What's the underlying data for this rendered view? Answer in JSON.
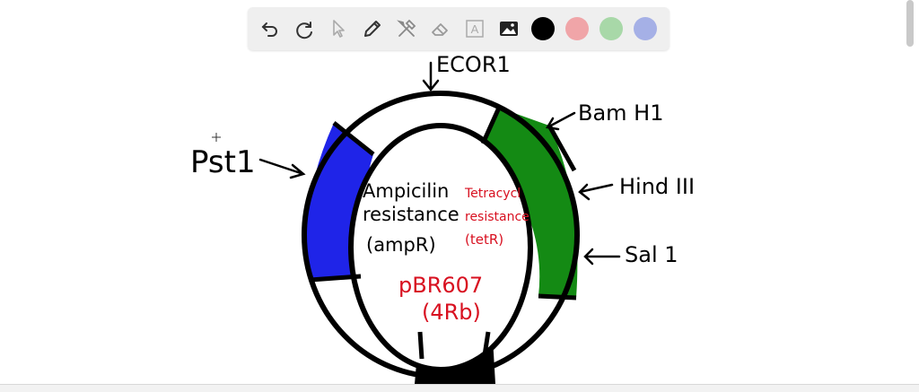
{
  "toolbar": {
    "tools": [
      {
        "name": "undo-icon"
      },
      {
        "name": "redo-icon"
      },
      {
        "name": "pointer-icon"
      },
      {
        "name": "pencil-icon"
      },
      {
        "name": "tools-icon"
      },
      {
        "name": "eraser-icon"
      },
      {
        "name": "text-icon",
        "glyph": "A"
      },
      {
        "name": "image-icon"
      }
    ],
    "colors": [
      "#000000",
      "#f0a5a8",
      "#a8d8a8",
      "#a5b0e6"
    ]
  },
  "drawing": {
    "labels": {
      "ecor1": "ECOR1",
      "pst1": "Pst1",
      "bamh1": "Bam H1",
      "hind3": "Hind III",
      "sal1": "Sal 1",
      "amp_line1": "Ampicilin",
      "amp_line2": "resistance",
      "amp_line3": "(ampR)",
      "tet_line1": "Tetracycl",
      "tet_line2": "resistance",
      "tet_line3": "(tetR)",
      "plasmid_name": "pBR607",
      "plasmid_size": "(4Rb)"
    },
    "colors": {
      "blue_region": "#1f24e8",
      "green_region": "#148a14",
      "red_text": "#d81020",
      "ink": "#000000"
    }
  }
}
